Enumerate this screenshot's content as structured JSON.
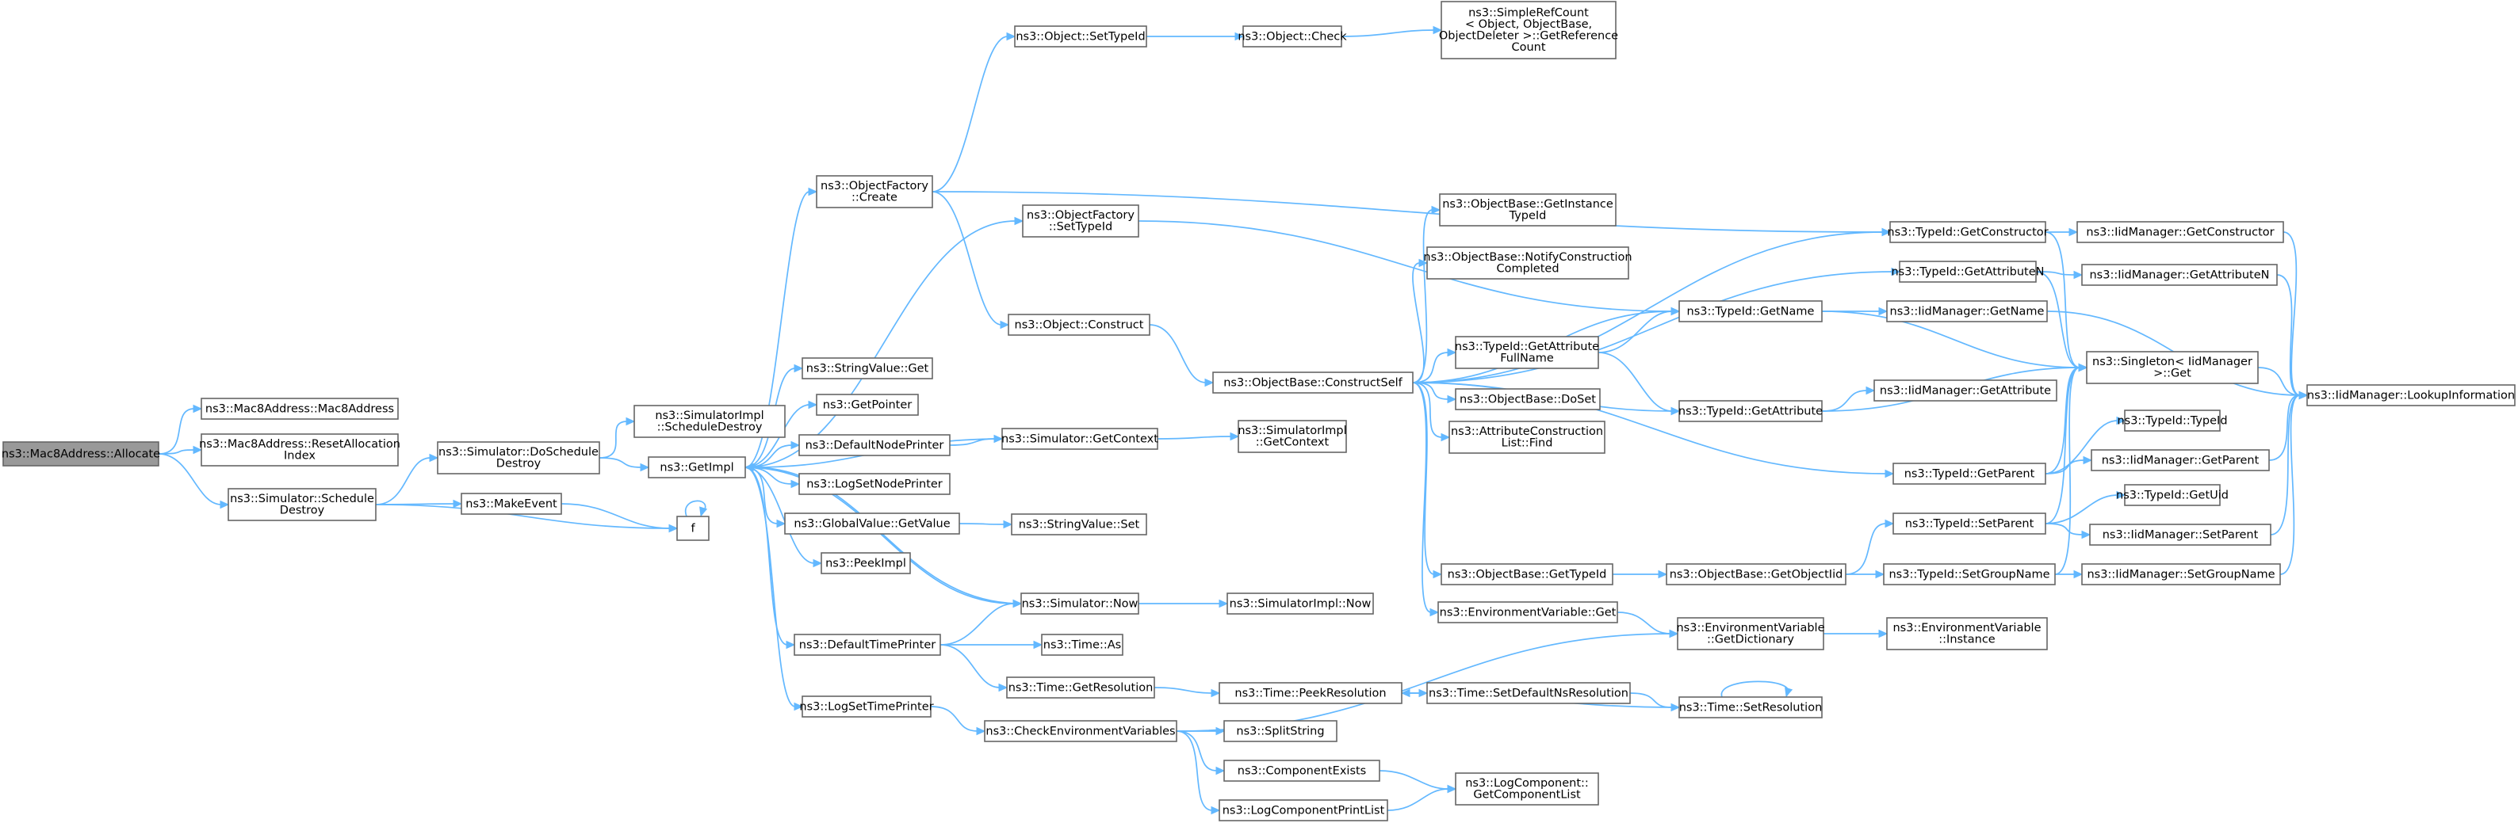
{
  "graph": {
    "nodes": [
      {
        "id": "n0",
        "lines": [
          "ns3::Mac8Address::Allocate"
        ],
        "root": true
      },
      {
        "id": "n1",
        "lines": [
          "ns3::Mac8Address::Mac8Address"
        ]
      },
      {
        "id": "n2",
        "lines": [
          "ns3::Mac8Address::ResetAllocation",
          "Index"
        ]
      },
      {
        "id": "n3",
        "lines": [
          "ns3::Simulator::Schedule",
          "Destroy"
        ]
      },
      {
        "id": "n4",
        "lines": [
          "ns3::Simulator::DoSchedule",
          "Destroy"
        ]
      },
      {
        "id": "n5",
        "lines": [
          "ns3::MakeEvent"
        ]
      },
      {
        "id": "n6",
        "lines": [
          "f"
        ]
      },
      {
        "id": "n7",
        "lines": [
          "ns3::SimulatorImpl",
          "::ScheduleDestroy"
        ]
      },
      {
        "id": "n8",
        "lines": [
          "ns3::GetImpl"
        ]
      },
      {
        "id": "n9",
        "lines": [
          "ns3::ObjectFactory",
          "::Create"
        ]
      },
      {
        "id": "n10",
        "lines": [
          "ns3::ObjectFactory",
          "::SetTypeId"
        ]
      },
      {
        "id": "n11",
        "lines": [
          "ns3::StringValue::Get"
        ]
      },
      {
        "id": "n12",
        "lines": [
          "ns3::GetPointer"
        ]
      },
      {
        "id": "n13",
        "lines": [
          "ns3::DefaultNodePrinter"
        ]
      },
      {
        "id": "n14",
        "lines": [
          "ns3::LogSetNodePrinter"
        ]
      },
      {
        "id": "n15",
        "lines": [
          "ns3::GlobalValue::GetValue"
        ]
      },
      {
        "id": "n16",
        "lines": [
          "ns3::PeekImpl"
        ]
      },
      {
        "id": "n17",
        "lines": [
          "ns3::DefaultTimePrinter"
        ]
      },
      {
        "id": "n18",
        "lines": [
          "ns3::LogSetTimePrinter"
        ]
      },
      {
        "id": "n19",
        "lines": [
          "ns3::Object::SetTypeId"
        ]
      },
      {
        "id": "n20",
        "lines": [
          "ns3::Object::Check"
        ]
      },
      {
        "id": "n21",
        "lines": [
          "ns3::SimpleRefCount",
          "< Object, ObjectBase,",
          "ObjectDeleter >::GetReference",
          "Count"
        ]
      },
      {
        "id": "n22",
        "lines": [
          "ns3::Object::Construct"
        ]
      },
      {
        "id": "n23",
        "lines": [
          "ns3::Simulator::GetContext"
        ]
      },
      {
        "id": "n24",
        "lines": [
          "ns3::StringValue::Set"
        ]
      },
      {
        "id": "n25",
        "lines": [
          "ns3::Simulator::Now"
        ]
      },
      {
        "id": "n26",
        "lines": [
          "ns3::Time::As"
        ]
      },
      {
        "id": "n27",
        "lines": [
          "ns3::Time::GetResolution"
        ]
      },
      {
        "id": "n28",
        "lines": [
          "ns3::CheckEnvironmentVariables"
        ]
      },
      {
        "id": "n29",
        "lines": [
          "ns3::SimulatorImpl",
          "::GetContext"
        ]
      },
      {
        "id": "n30",
        "lines": [
          "ns3::SimulatorImpl::Now"
        ]
      },
      {
        "id": "n31",
        "lines": [
          "ns3::ObjectBase::ConstructSelf"
        ]
      },
      {
        "id": "n32",
        "lines": [
          "ns3::ObjectBase::GetInstance",
          "TypeId"
        ]
      },
      {
        "id": "n33",
        "lines": [
          "ns3::ObjectBase::NotifyConstruction",
          "Completed"
        ]
      },
      {
        "id": "n34",
        "lines": [
          "ns3::TypeId::GetAttribute",
          "FullName"
        ]
      },
      {
        "id": "n35",
        "lines": [
          "ns3::ObjectBase::DoSet"
        ]
      },
      {
        "id": "n36",
        "lines": [
          "ns3::AttributeConstruction",
          "List::Find"
        ]
      },
      {
        "id": "n37",
        "lines": [
          "ns3::ObjectBase::GetTypeId"
        ]
      },
      {
        "id": "n38",
        "lines": [
          "ns3::EnvironmentVariable::Get"
        ]
      },
      {
        "id": "n39",
        "lines": [
          "ns3::Time::PeekResolution"
        ]
      },
      {
        "id": "n40",
        "lines": [
          "ns3::SplitString"
        ]
      },
      {
        "id": "n41",
        "lines": [
          "ns3::ComponentExists"
        ]
      },
      {
        "id": "n42",
        "lines": [
          "ns3::LogComponentPrintList"
        ]
      },
      {
        "id": "n43",
        "lines": [
          "ns3::Time::SetDefaultNsResolution"
        ]
      },
      {
        "id": "n44",
        "lines": [
          "ns3::LogComponent::",
          "GetComponentList"
        ]
      },
      {
        "id": "n45",
        "lines": [
          "ns3::TypeId::GetName"
        ]
      },
      {
        "id": "n46",
        "lines": [
          "ns3::TypeId::GetAttribute"
        ]
      },
      {
        "id": "n47",
        "lines": [
          "ns3::ObjectBase::GetObjectIid"
        ]
      },
      {
        "id": "n48",
        "lines": [
          "ns3::EnvironmentVariable",
          "::GetDictionary"
        ]
      },
      {
        "id": "n49",
        "lines": [
          "ns3::Time::SetResolution"
        ]
      },
      {
        "id": "n50",
        "lines": [
          "ns3::TypeId::GetConstructor"
        ]
      },
      {
        "id": "n51",
        "lines": [
          "ns3::TypeId::GetAttributeN"
        ]
      },
      {
        "id": "n52",
        "lines": [
          "ns3::IidManager::GetName"
        ]
      },
      {
        "id": "n53",
        "lines": [
          "ns3::IidManager::GetAttribute"
        ]
      },
      {
        "id": "n54",
        "lines": [
          "ns3::TypeId::GetParent"
        ]
      },
      {
        "id": "n55",
        "lines": [
          "ns3::TypeId::SetParent"
        ]
      },
      {
        "id": "n56",
        "lines": [
          "ns3::TypeId::SetGroupName"
        ]
      },
      {
        "id": "n57",
        "lines": [
          "ns3::EnvironmentVariable",
          "::Instance"
        ]
      },
      {
        "id": "n58",
        "lines": [
          "ns3::IidManager::GetConstructor"
        ]
      },
      {
        "id": "n59",
        "lines": [
          "ns3::IidManager::GetAttributeN"
        ]
      },
      {
        "id": "n60",
        "lines": [
          "ns3::Singleton< IidManager",
          ">::Get"
        ]
      },
      {
        "id": "n61",
        "lines": [
          "ns3::TypeId::TypeId"
        ]
      },
      {
        "id": "n62",
        "lines": [
          "ns3::IidManager::GetParent"
        ]
      },
      {
        "id": "n63",
        "lines": [
          "ns3::TypeId::GetUid"
        ]
      },
      {
        "id": "n64",
        "lines": [
          "ns3::IidManager::SetParent"
        ]
      },
      {
        "id": "n65",
        "lines": [
          "ns3::IidManager::SetGroupName"
        ]
      },
      {
        "id": "n66",
        "lines": [
          "ns3::IidManager::LookupInformation"
        ]
      }
    ],
    "edges": [
      [
        "n0",
        "n1"
      ],
      [
        "n0",
        "n2"
      ],
      [
        "n0",
        "n3"
      ],
      [
        "n3",
        "n4"
      ],
      [
        "n3",
        "n5"
      ],
      [
        "n3",
        "n6"
      ],
      [
        "n4",
        "n7"
      ],
      [
        "n4",
        "n8"
      ],
      [
        "n5",
        "n6"
      ],
      [
        "n6",
        "n6"
      ],
      [
        "n8",
        "n9"
      ],
      [
        "n8",
        "n10"
      ],
      [
        "n8",
        "n11"
      ],
      [
        "n8",
        "n12"
      ],
      [
        "n8",
        "n13"
      ],
      [
        "n8",
        "n14"
      ],
      [
        "n8",
        "n15"
      ],
      [
        "n8",
        "n16"
      ],
      [
        "n8",
        "n17"
      ],
      [
        "n8",
        "n18"
      ],
      [
        "n8",
        "n25"
      ],
      [
        "n9",
        "n19"
      ],
      [
        "n9",
        "n22"
      ],
      [
        "n9",
        "n50"
      ],
      [
        "n19",
        "n20"
      ],
      [
        "n20",
        "n21"
      ],
      [
        "n10",
        "n45"
      ],
      [
        "n22",
        "n31"
      ],
      [
        "n13",
        "n23"
      ],
      [
        "n23",
        "n29"
      ],
      [
        "n23",
        "n8"
      ],
      [
        "n15",
        "n24"
      ],
      [
        "n17",
        "n25"
      ],
      [
        "n17",
        "n26"
      ],
      [
        "n17",
        "n27"
      ],
      [
        "n25",
        "n30"
      ],
      [
        "n25",
        "n8"
      ],
      [
        "n27",
        "n39"
      ],
      [
        "n18",
        "n28"
      ],
      [
        "n28",
        "n48"
      ],
      [
        "n28",
        "n40"
      ],
      [
        "n28",
        "n41"
      ],
      [
        "n28",
        "n42"
      ],
      [
        "n31",
        "n32"
      ],
      [
        "n31",
        "n33"
      ],
      [
        "n31",
        "n34"
      ],
      [
        "n31",
        "n35"
      ],
      [
        "n31",
        "n36"
      ],
      [
        "n31",
        "n37"
      ],
      [
        "n31",
        "n38"
      ],
      [
        "n31",
        "n45"
      ],
      [
        "n31",
        "n46"
      ],
      [
        "n31",
        "n51"
      ],
      [
        "n31",
        "n54"
      ],
      [
        "n31",
        "n50"
      ],
      [
        "n34",
        "n45"
      ],
      [
        "n34",
        "n46"
      ],
      [
        "n37",
        "n47"
      ],
      [
        "n38",
        "n48"
      ],
      [
        "n39",
        "n43"
      ],
      [
        "n43",
        "n49"
      ],
      [
        "n49",
        "n39"
      ],
      [
        "n49",
        "n49"
      ],
      [
        "n41",
        "n44"
      ],
      [
        "n42",
        "n44"
      ],
      [
        "n45",
        "n52"
      ],
      [
        "n45",
        "n60"
      ],
      [
        "n46",
        "n53"
      ],
      [
        "n46",
        "n60"
      ],
      [
        "n47",
        "n55"
      ],
      [
        "n47",
        "n56"
      ],
      [
        "n48",
        "n57"
      ],
      [
        "n50",
        "n58"
      ],
      [
        "n50",
        "n60"
      ],
      [
        "n51",
        "n59"
      ],
      [
        "n51",
        "n60"
      ],
      [
        "n52",
        "n66"
      ],
      [
        "n58",
        "n66"
      ],
      [
        "n59",
        "n66"
      ],
      [
        "n62",
        "n66"
      ],
      [
        "n64",
        "n66"
      ],
      [
        "n65",
        "n66"
      ],
      [
        "n54",
        "n61"
      ],
      [
        "n54",
        "n62"
      ],
      [
        "n54",
        "n60"
      ],
      [
        "n55",
        "n63"
      ],
      [
        "n55",
        "n64"
      ],
      [
        "n55",
        "n60"
      ],
      [
        "n56",
        "n65"
      ],
      [
        "n56",
        "n60"
      ],
      [
        "n60",
        "n66"
      ]
    ]
  }
}
